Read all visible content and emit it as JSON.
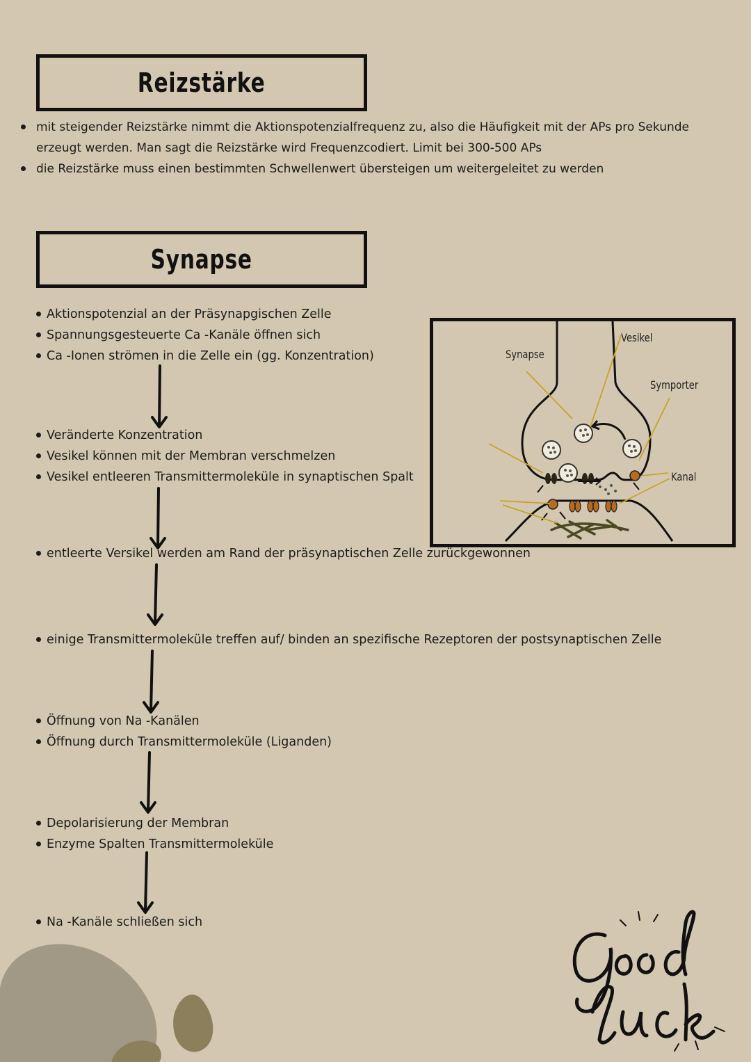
{
  "section1": {
    "title": "Reizstärke",
    "bullets": [
      "mit steigender Reizstärke nimmt die Aktionspotenzialfrequenz zu, also die Häufigkeit mit der APs pro Sekunde erzeugt werden. Man sagt die Reizstärke wird Frequenzcodiert. Limit bei 300-500 APs",
      "die Reizstärke muss einen bestimmten Schwellenwert übersteigen um weitergeleitet zu werden"
    ]
  },
  "section2": {
    "title": "Synapse",
    "steps": [
      [
        "Aktionspotenzial an der Präsynapgischen Zelle",
        "Spannungsgesteuerte Ca -Kanäle öffnen sich",
        "Ca -Ionen strömen in die Zelle ein (gg. Konzentration)"
      ],
      [
        "Veränderte Konzentration",
        "Vesikel können mit der Membran verschmelzen",
        "Vesikel entleeren Transmittermoleküle in synaptischen Spalt"
      ],
      [
        "entleerte Versikel werden am Rand der präsynaptischen Zelle zurückgewonnen"
      ],
      [
        "einige Transmittermoleküle treffen auf/ binden an spezifische Rezeptoren der postsynaptischen Zelle"
      ],
      [
        "Öffnung von Na -Kanälen",
        "Öffnung durch Transmittermoleküle (Liganden)"
      ],
      [
        "Depolarisierung der Membran",
        "Enzyme Spalten Transmittermoleküle"
      ],
      [
        "Na -Kanäle schließen sich"
      ]
    ]
  },
  "diagram": {
    "labels": {
      "synapse": "Synapse",
      "vesikel": "Vesikel",
      "symporter": "Symporter",
      "kanal": "Kanal"
    },
    "pointer_color": "#c9a227",
    "channel_color": "#b86a1e"
  },
  "decoration": {
    "closing": "Good luck",
    "blob_colors": [
      "#a19885",
      "#8c7f5b"
    ]
  }
}
